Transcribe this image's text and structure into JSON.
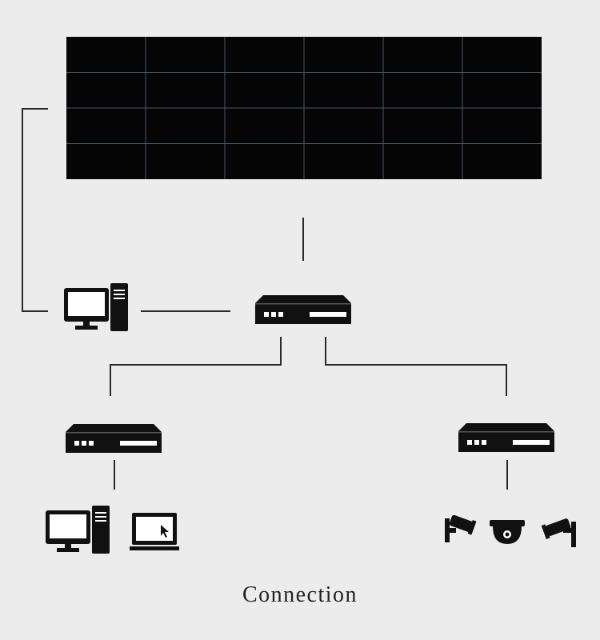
{
  "caption": "Connection",
  "colors": {
    "background": "#ececec",
    "screen": "#050505",
    "screen_grid": "#4a5866",
    "line": "#2a2a2a",
    "device": "#111111"
  },
  "video_wall": {
    "rows": 4,
    "cols": 6
  },
  "icons": {
    "top_left": "desktop-computer-icon",
    "controller": "video-wall-controller-icon",
    "left_switch": "network-switch-icon",
    "right_switch": "network-switch-icon",
    "bottom_desktop": "desktop-computer-icon",
    "laptop": "laptop-icon",
    "camera_1": "bullet-camera-icon",
    "camera_2": "dome-camera-icon",
    "camera_3": "bullet-camera-icon"
  }
}
